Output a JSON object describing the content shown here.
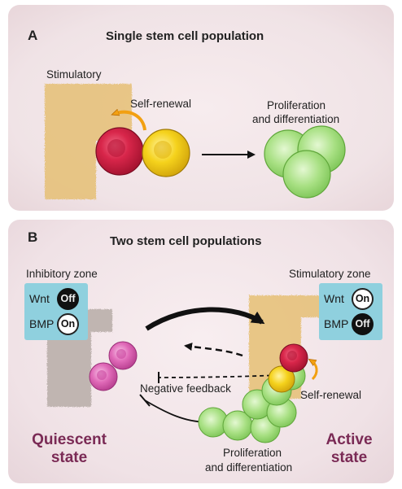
{
  "panel_a": {
    "letter": "A",
    "title": "Single stem cell population",
    "stimulatory_label": "Stimulatory",
    "self_renewal_label": "Self-renewal",
    "proliferation_line1": "Proliferation",
    "proliferation_line2": "and differentiation"
  },
  "panel_b": {
    "letter": "B",
    "title": "Two stem cell populations",
    "inhibitory_zone_label": "Inhibitory zone",
    "stimulatory_zone_label": "Stimulatory zone",
    "inhibitory_signals": [
      {
        "name": "Wnt",
        "state": "Off"
      },
      {
        "name": "BMP",
        "state": "On"
      }
    ],
    "stimulatory_signals": [
      {
        "name": "Wnt",
        "state": "On"
      },
      {
        "name": "BMP",
        "state": "Off"
      }
    ],
    "negative_feedback_label": "Negative feedback",
    "self_renewal_label": "Self-renewal",
    "proliferation_line1": "Proliferation",
    "proliferation_line2": "and differentiation",
    "quiescent_line1": "Quiescent",
    "quiescent_line2": "state",
    "active_line1": "Active",
    "active_line2": "state"
  },
  "colors": {
    "stem_red": "#d8264a",
    "stem_yellow": "#f5d21c",
    "differentiated_green": "#9fdc7a",
    "quiescent_pink": "#e06ab8",
    "niche_tan": "#e6c074",
    "niche_gray": "#b8ada8",
    "signal_box": "#8fd0de",
    "state_text": "#7a2a55"
  }
}
